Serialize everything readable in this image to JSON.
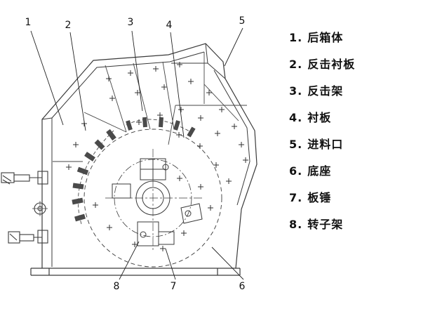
{
  "figure": {
    "title": "impact-crusher-structure-diagram"
  },
  "callouts": [
    "1",
    "2",
    "3",
    "4",
    "5",
    "6",
    "7",
    "8"
  ],
  "legend": {
    "items": [
      {
        "num": "1.",
        "label": "后箱体"
      },
      {
        "num": "2.",
        "label": "反击衬板"
      },
      {
        "num": "3.",
        "label": "反击架"
      },
      {
        "num": "4.",
        "label": "衬板"
      },
      {
        "num": "5.",
        "label": "进料口"
      },
      {
        "num": "6.",
        "label": "底座"
      },
      {
        "num": "7.",
        "label": "板锤"
      },
      {
        "num": "8.",
        "label": "转子架"
      }
    ]
  }
}
